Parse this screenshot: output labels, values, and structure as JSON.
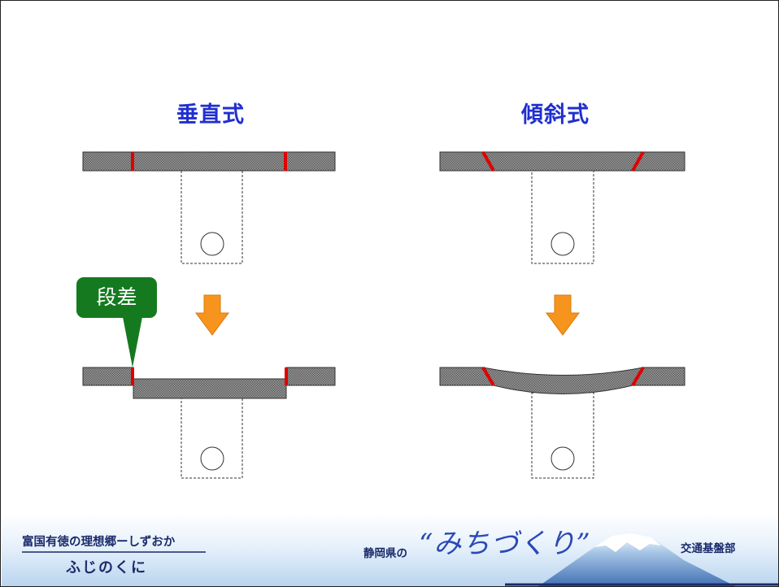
{
  "slide": {
    "title_left": "垂直式",
    "title_right": "傾斜式",
    "callout_label": "段差"
  },
  "footer": {
    "slogan": "富国有徳の理想郷ーしずおか",
    "brand": "ふじのくに",
    "prefecture": "静岡県の",
    "michizukuri": "“みちづくり”",
    "department": "交通基盤部"
  },
  "colors": {
    "title": "#1f2fcf",
    "joint_line": "#e00000",
    "arrow": "#f7941d",
    "callout": "#157a1f",
    "slab": "#8c8c8c"
  }
}
